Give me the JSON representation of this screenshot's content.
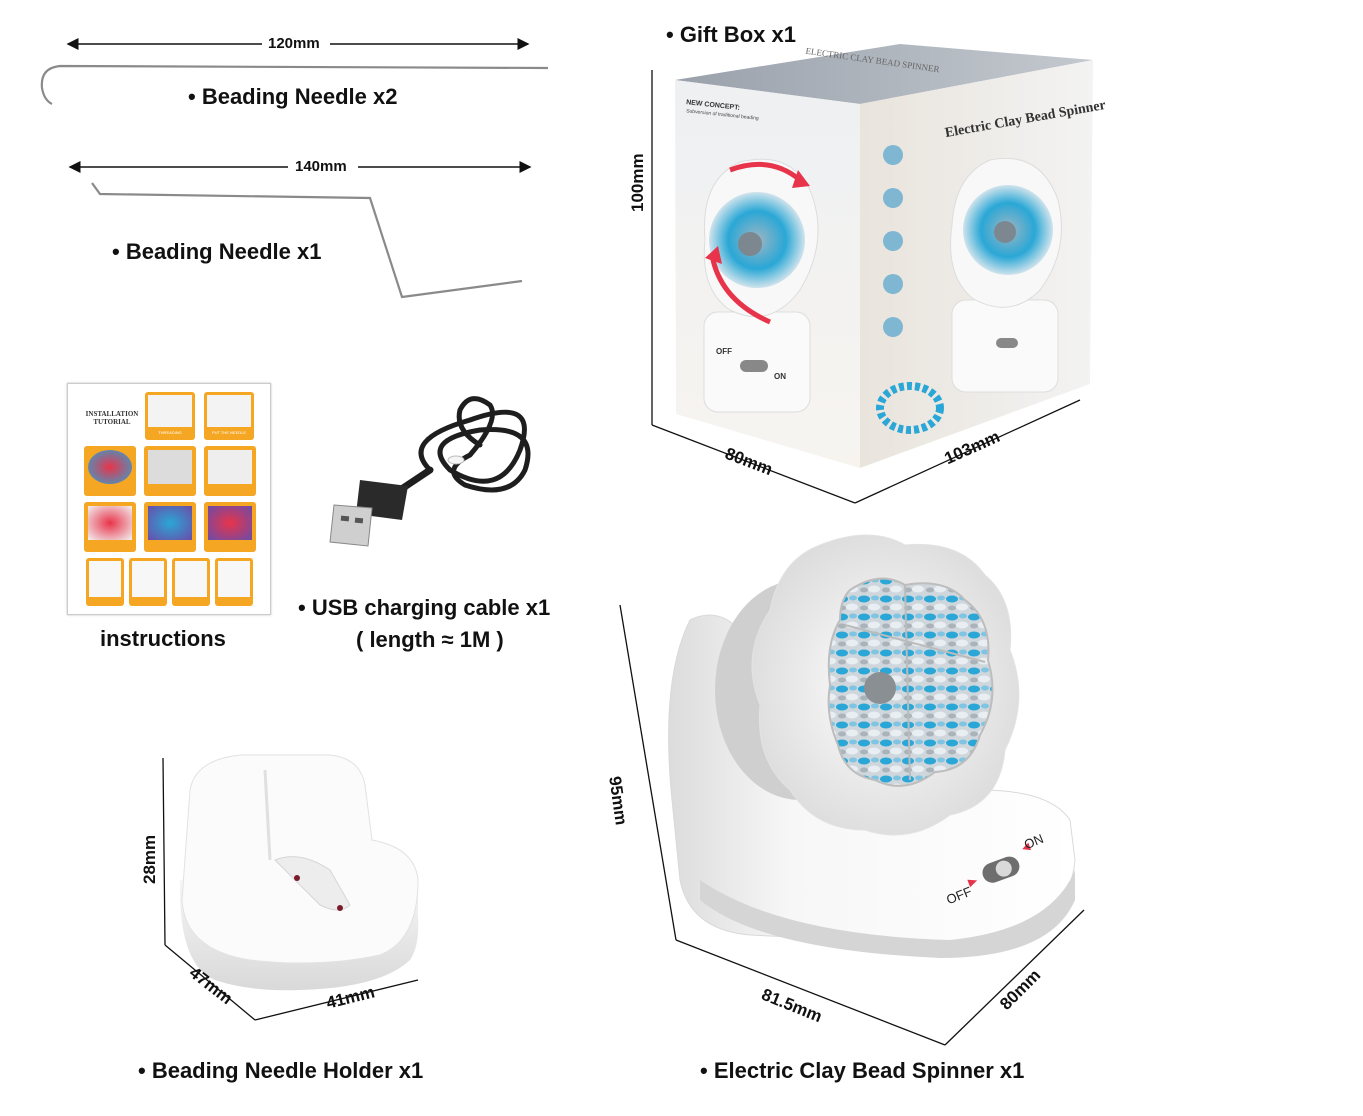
{
  "needle_120": {
    "dimension": "120mm",
    "label": "• Beading Needle x2"
  },
  "needle_140": {
    "dimension": "140mm",
    "label": "• Beading Needle x1"
  },
  "gift_box": {
    "label": "• Gift Box x1",
    "dims": {
      "height": "100mm",
      "depth": "80mm",
      "width": "103mm"
    },
    "box_title": "Electric Clay Bead Spinner",
    "top_text": "ELECTRIC CLAY BEAD SPINNER",
    "new_concept": "NEW CONCEPT:",
    "new_concept_sub": "Subversion of traditional beading",
    "switch_off": "OFF",
    "switch_on": "ON"
  },
  "instructions": {
    "label": "instructions",
    "heading": "INSTALLATION TUTORIAL",
    "captions": [
      "THREADING",
      "PUT THE NEEDLE"
    ]
  },
  "usb_cable": {
    "label": "• USB charging cable x1",
    "length": "( length ≈ 1M )"
  },
  "needle_holder": {
    "label": "• Beading Needle Holder x1",
    "dims": {
      "height": "28mm",
      "depth": "47mm",
      "width": "41mm"
    }
  },
  "spinner": {
    "label": "• Electric Clay Bead Spinner x1",
    "dims": {
      "height": "95mm",
      "width": "81.5mm",
      "depth": "80mm"
    },
    "switch_off": "OFF",
    "switch_on": "ON"
  },
  "colors": {
    "bead_blue": "#2aa7d6",
    "bead_white": "#e8eef2",
    "arrow_red": "#e8344a"
  }
}
